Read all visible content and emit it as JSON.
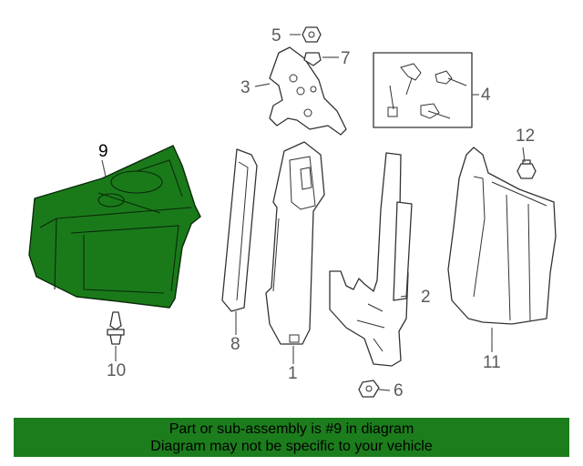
{
  "callouts": {
    "c1": "1",
    "c2": "2",
    "c3": "3",
    "c4": "4",
    "c5": "5",
    "c6": "6",
    "c7": "7",
    "c8": "8",
    "c9": "9",
    "c10": "10",
    "c11": "11",
    "c12": "12"
  },
  "banner": {
    "line1": "Part or sub-assembly is #9 in diagram",
    "line2": "Diagram may not be specific to your vehicle"
  },
  "colors": {
    "highlight": "#1a7a1a",
    "banner": "#1c7d1c"
  }
}
